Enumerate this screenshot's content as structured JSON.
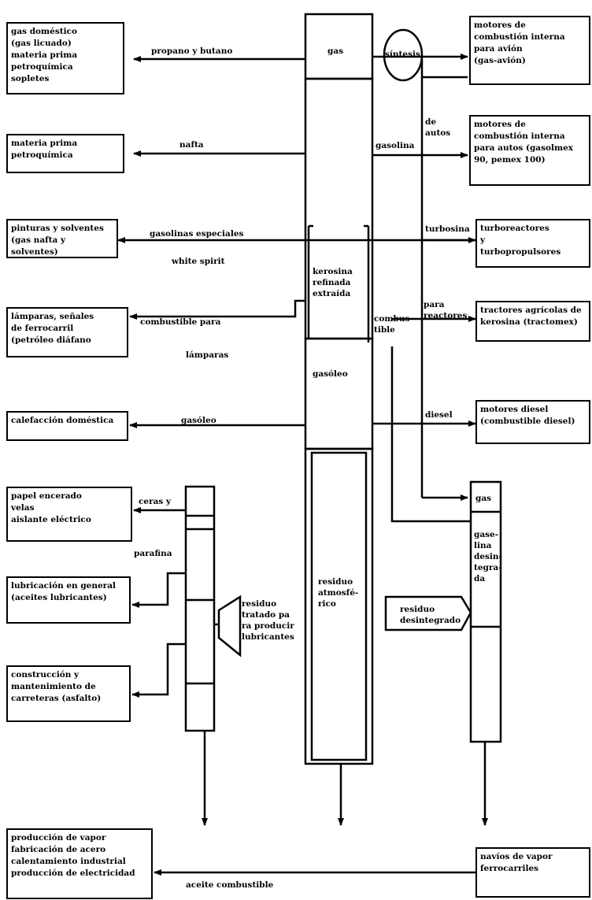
{
  "products": {
    "gas_domestico": "gas doméstico\n(gas licuado)\nmateria prima\npetroquímica\nsopletes",
    "materia_prima": "materia prima\npetroquímica",
    "pinturas": "pinturas y solventes\n(gas nafta y solventes)",
    "lamparas": "lámparas, señales\nde ferrocarril\n(petróleo diáfano",
    "calefaccion": "calefacción doméstica",
    "papel": "papel encerado\nvelas\naislante eléctrico",
    "lubricacion": "lubricación en general\n(aceites lubricantes)",
    "construccion": "construcción y\nmantenimiento de\ncarreteras (asfalto)",
    "produccion_vapor": "producción de vapor\nfabricación de acero\ncalentamiento industrial\nproducción de electricidad",
    "motores_avion": "motores de\ncombustión interna\npara avión\n(gas-avión)",
    "motores_autos": "motores de\ncombustión interna\npara autos (gasolmex\n90, pemex 100)",
    "turborreactores": "turboreactores\ny\nturbopropulsores",
    "tractores": "tractores agrícolas de\nkerosina (tractomex)",
    "motores_diesel": "motores diesel\n(combustible diesel)",
    "navios": "navíos de vapor\nferrocarriles"
  },
  "column": {
    "gas": "gas",
    "kerosina": "kerosina\nrefinada\nextraída",
    "gasoleo": "gasóleo",
    "residuo_atmosferico": "residuo\natmosfé-\nrico",
    "sintesis": "síntesis"
  },
  "flows": {
    "propano": "propano y butano",
    "nafta": "nafta",
    "gasolinas_especiales": "gasolinas especiales",
    "white_spirit": "white spirit",
    "combustible_para": "combustible para",
    "lamparas_word": "lámparas",
    "gasoleo": "gasóleo",
    "ceras": "ceras y",
    "parafina": "parafina",
    "aceite": "aceite combustible",
    "gasolina": "gasolina",
    "de_autos": "de\nautos",
    "turbosina": "turbosina",
    "combustible": "combus-\ntible",
    "para_reactores": "para\nreactores",
    "diesel": "diesel"
  },
  "side": {
    "residuo_tratado": "residuo\ntratado pa\nra producir\nlubricantes",
    "residuo_desintegrado": "residuo\ndesintegrado",
    "gas": "gas",
    "gasolina_desintegrada": "gase-\nlina\ndesin-\ntegra-\nda"
  }
}
